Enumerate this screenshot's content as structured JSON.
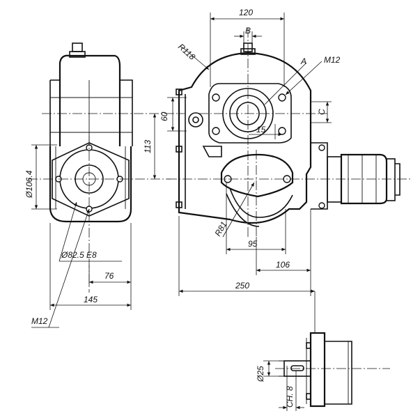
{
  "labels": {
    "dim_120": "120",
    "dim_b": "B",
    "dim_r118": "R118",
    "dim_a": "A",
    "thread_m12_top": "M12",
    "dim_60": "60",
    "dim_c": "C",
    "dim_15": "15",
    "dim_113": "113",
    "dim_d106": "Ø106.4",
    "dim_d82": "Ø82.5 E8",
    "dim_76": "76",
    "dim_145": "145",
    "thread_m12_left": "M12",
    "dim_r81": "R81",
    "dim_95": "95",
    "dim_106": "106",
    "dim_250": "250",
    "dim_d25": "Ø25",
    "dim_ch8": "CH. 8"
  },
  "colors": {
    "line": "#111111",
    "background": "#ffffff"
  }
}
